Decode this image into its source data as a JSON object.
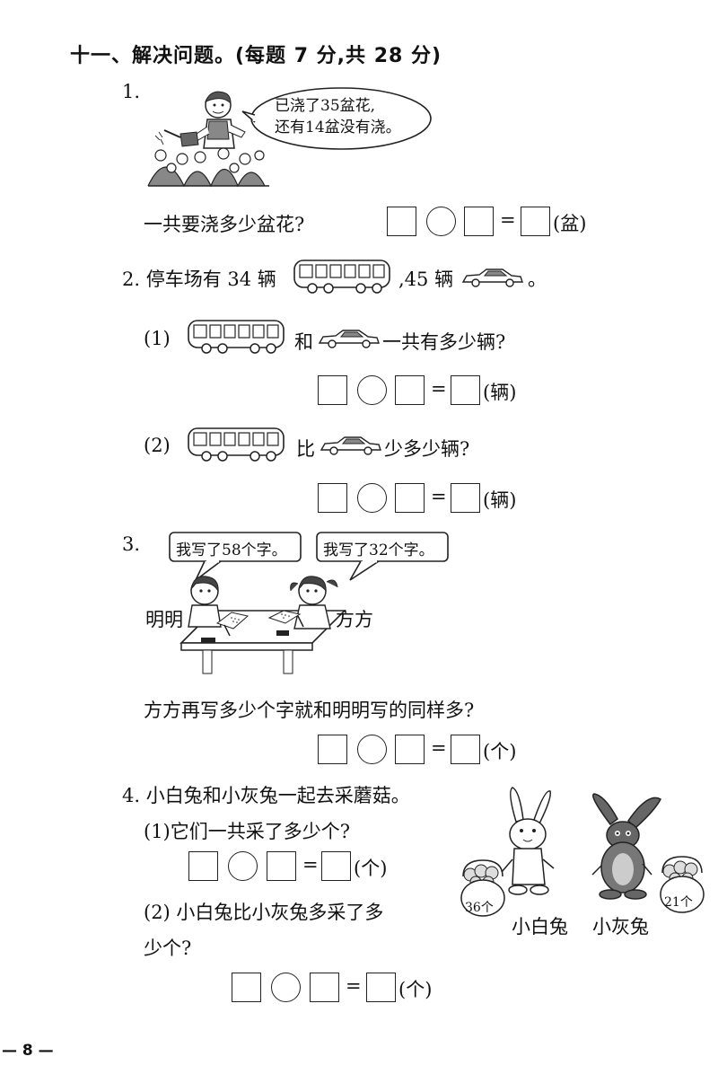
{
  "section": {
    "heading": "十一、解决问题。(每题 7 分,共 28 分)"
  },
  "q1": {
    "number": "1.",
    "speech": [
      "已浇了35盆花,",
      "还有14盆没有浇。"
    ],
    "question": "一共要浇多少盆花?",
    "unit": "(盆)"
  },
  "q2": {
    "prefix": "2. 停车场有 34 辆",
    "middle": ",45 辆",
    "end": "。",
    "sub1_label": "(1)",
    "sub1_and": "和",
    "sub1_question": "一共有多少辆?",
    "sub1_unit": "(辆)",
    "sub2_label": "(2)",
    "sub2_compare": "比",
    "sub2_question": "少多少辆?",
    "sub2_unit": "(辆)"
  },
  "q3": {
    "number": "3.",
    "speech_left": "我写了58个字。",
    "speech_right": "我写了32个字。",
    "name_left": "明明",
    "name_right": "方方",
    "question": "方方再写多少个字就和明明写的同样多?",
    "unit": "(个)"
  },
  "q4": {
    "intro": "4. 小白兔和小灰兔一起去采蘑菇。",
    "sub1": "(1)它们一共采了多少个?",
    "sub1_unit": "(个)",
    "sub2_line1": "(2) 小白兔比小灰兔多采了多",
    "sub2_line2": "少个?",
    "sub2_unit": "(个)",
    "basket_left": "36个",
    "basket_right": "21个",
    "rabbit_white": "小白兔",
    "rabbit_grey": "小灰兔"
  },
  "equation": {
    "equals": "="
  },
  "footer": {
    "page": "— 8 —"
  }
}
